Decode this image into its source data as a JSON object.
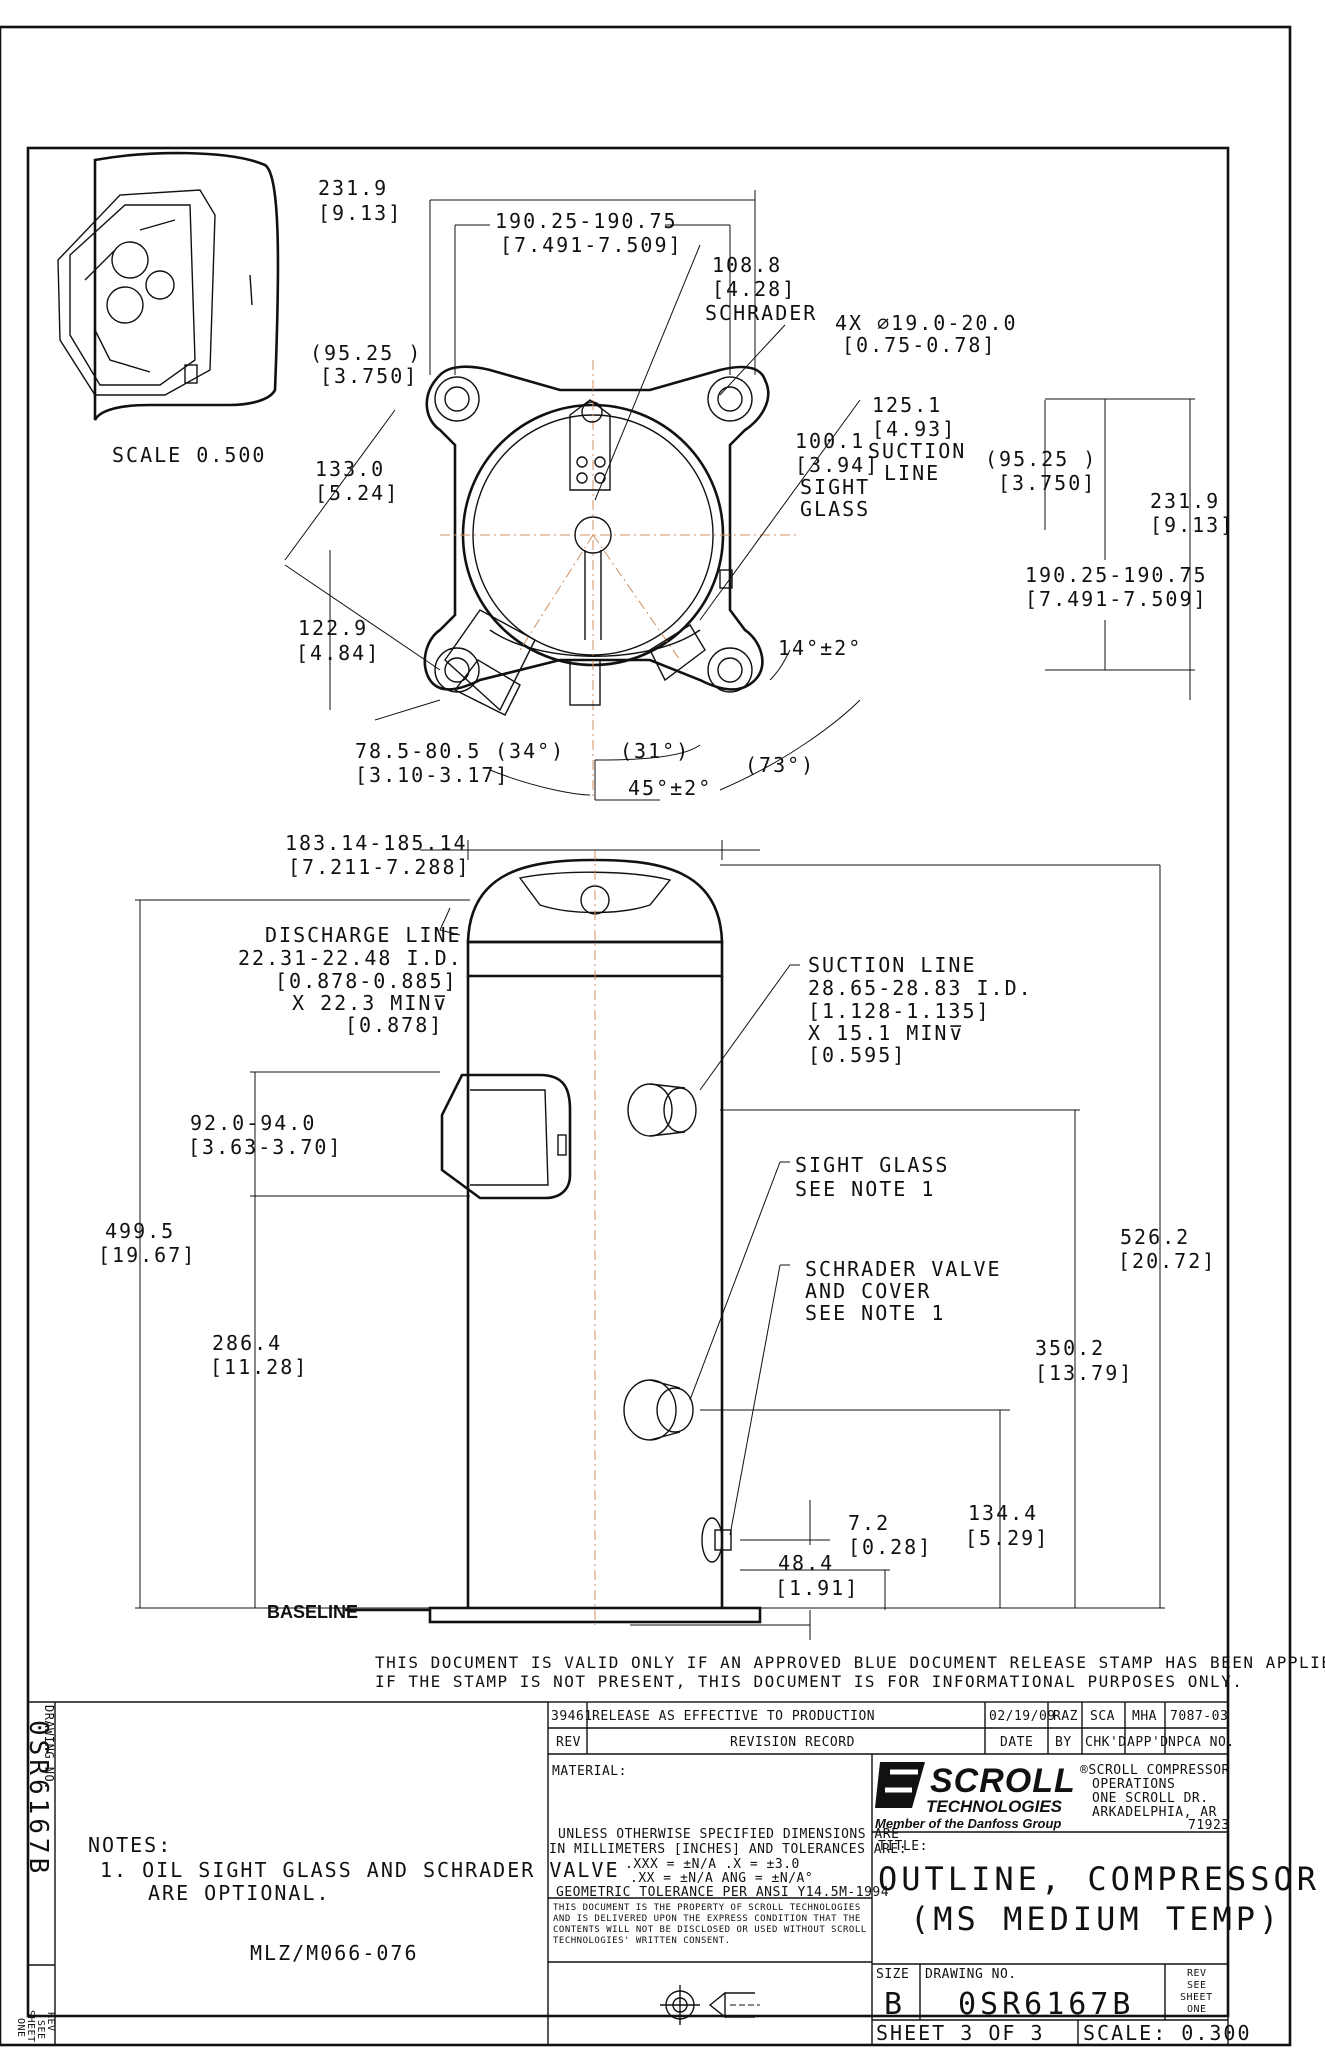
{
  "top_view": {
    "scale_label": "SCALE 0.500",
    "dims": {
      "d1": "231.9",
      "d1b": "[9.13]",
      "d2": "190.25-190.75",
      "d2b": "[7.491-7.509]",
      "d3": "108.8",
      "d3b": "[4.28]",
      "d3c": "SCHRADER",
      "d4": "4X ⌀19.0-20.0",
      "d4b": "[0.75-0.78]",
      "d5": "(95.25  )",
      "d5b": "[3.750]",
      "d6": "125.1",
      "d6b": "[4.93]",
      "d6c": "SUCTION",
      "d6d": "LINE",
      "d7": "100.1",
      "d7b": "[3.94]",
      "d7c": "SIGHT",
      "d7d": "GLASS",
      "d8": "(95.25  )",
      "d8b": "[3.750]",
      "d9": "133.0",
      "d9b": "[5.24]",
      "d10": "231.9",
      "d10b": "[9.13]",
      "d11": "190.25-190.75",
      "d11b": "[7.491-7.509]",
      "d12": "122.9",
      "d12b": "[4.84]",
      "d13": "14°±2°",
      "d14": "78.5-80.5",
      "d14b": "[3.10-3.17]",
      "d15": "(34°)",
      "d16": "(31°)",
      "d17": "(73°)",
      "d18": "45°±2°"
    }
  },
  "side_view": {
    "d_width": "183.14-185.14",
    "d_widthb": "[7.211-7.288]",
    "discharge": [
      "DISCHARGE LINE",
      "22.31-22.48 I.D.",
      "[0.878-0.885]",
      "X 22.3 MIN⊽",
      "[0.878]"
    ],
    "suction": [
      "SUCTION LINE",
      "28.65-28.83 I.D.",
      "[1.128-1.135]",
      "X 15.1 MIN⊽",
      "[0.595]"
    ],
    "d_box": "92.0-94.0",
    "d_boxb": "[3.63-3.70]",
    "d_h1": "499.5",
    "d_h1b": "[19.67]",
    "d_h2": "286.4",
    "d_h2b": "[11.28]",
    "d_h3": "526.2",
    "d_h3b": "[20.72]",
    "d_h4": "350.2",
    "d_h4b": "[13.79]",
    "d_h5": "134.4",
    "d_h5b": "[5.29]",
    "d_h6": "7.2",
    "d_h6b": "[0.28]",
    "d_h7": "48.4",
    "d_h7b": "[1.91]",
    "sight": [
      "SIGHT GLASS",
      "SEE NOTE 1"
    ],
    "schrader": [
      "SCHRADER VALVE",
      "AND COVER",
      "SEE NOTE 1"
    ],
    "baseline": "BASELINE"
  },
  "validity": [
    "THIS DOCUMENT IS VALID ONLY IF AN APPROVED BLUE DOCUMENT RELEASE STAMP HAS BEEN APPLIED.",
    "IF THE STAMP IS NOT PRESENT, THIS DOCUMENT IS FOR INFORMATIONAL PURPOSES ONLY."
  ],
  "side_strip": {
    "drawing_no_label": "DRAWING NO.",
    "drawing_no": "0SR6167B",
    "rev": "REV",
    "see": "SEE",
    "sheet": "SHEET",
    "one": "ONE"
  },
  "notes": {
    "title": "NOTES:",
    "line1": "1. OIL SIGHT GLASS AND SCHRADER VALVE",
    "line2": "ARE OPTIONAL.",
    "ref": "MLZ/M066-076"
  },
  "title_block": {
    "rev_row": {
      "rev": "39461",
      "desc": "RELEASE AS EFFECTIVE TO PRODUCTION",
      "date": "02/19/09",
      "by": "RAZ",
      "chk": "SCA",
      "app": "MHA",
      "npca": "7087-03"
    },
    "headers": {
      "rev": "REV",
      "desc": "REVISION RECORD",
      "date": "DATE",
      "by": "BY",
      "chk": "CHK'D",
      "app": "APP'D",
      "npca": "NPCA NO."
    },
    "material": "MATERIAL:",
    "logo_main": "SCROLL",
    "logo_sub": "TECHNOLOGIES",
    "logo_tag": "Member of the Danfoss Group",
    "address": [
      "®SCROLL COMPRESSOR",
      "OPERATIONS",
      "ONE SCROLL DR.",
      "ARKADELPHIA, AR",
      "71923"
    ],
    "tolerance": [
      "UNLESS OTHERWISE SPECIFIED DIMENSIONS ARE",
      "IN MILLIMETERS [INCHES] AND TOLERANCES ARE:",
      ".XXX = ±N/A    .X = ±3.0",
      ".XX = ±N/A   ANG = ±N/A°",
      "GEOMETRIC TOLERANCE PER ANSI Y14.5M-1994"
    ],
    "property": [
      "THIS DOCUMENT IS THE PROPERTY OF SCROLL TECHNOLOGIES",
      "AND IS DELIVERED UPON THE EXPRESS CONDITION THAT THE",
      "CONTENTS WILL NOT BE DISCLOSED OR USED WITHOUT SCROLL",
      "TECHNOLOGIES' WRITTEN CONSENT."
    ],
    "title_label": "TITLE:",
    "title1": "OUTLINE, COMPRESSOR",
    "title2": "(MS MEDIUM TEMP)",
    "size_label": "SIZE",
    "size": "B",
    "dwg_label": "DRAWING NO.",
    "dwg_no": "0SR6167B",
    "rev_label": [
      "REV",
      "SEE",
      "SHEET",
      "ONE"
    ],
    "sheet": "SHEET 3 OF 3",
    "scale": "SCALE: 0.300"
  }
}
